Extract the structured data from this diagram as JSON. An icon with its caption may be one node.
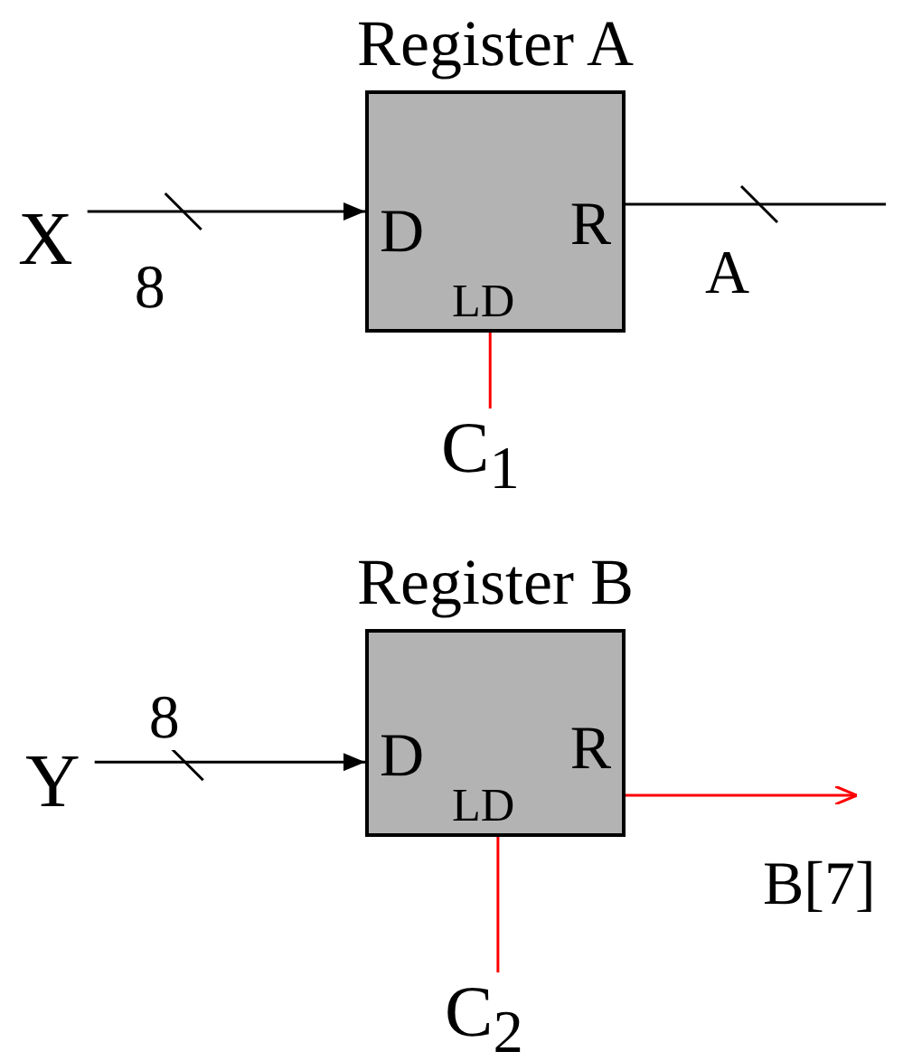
{
  "diagram": {
    "nodes": [
      {
        "text": [
          "Register A",
          "D",
          "R",
          "LD"
        ]
      },
      {
        "text": [
          "X"
        ]
      },
      {
        "text": [
          "C$_{1}$"
        ]
      },
      {
        "text": [
          "Register B",
          "D",
          "R",
          "LD"
        ]
      },
      {
        "text": [
          "Y"
        ]
      },
      {
        "text": [
          "C$_{2}$"
        ]
      }
    ],
    "edges": [
      {
        "from": 1,
        "to": 0,
        "arrow": "to",
        "label": "8"
      },
      {
        "from": 0,
        "to": null,
        "arrow": "none",
        "label": "A"
      },
      {
        "from": 2,
        "to": 0,
        "arrow": "none",
        "color": "#ff0000"
      },
      {
        "from": 4,
        "to": 3,
        "arrow": "to",
        "label": "8"
      },
      {
        "from": 3,
        "to": null,
        "arrow": "to",
        "label": "B[7]",
        "color": "#ff0000"
      },
      {
        "from": 5,
        "to": 3,
        "arrow": "none",
        "color": "#ff0000"
      }
    ]
  }
}
